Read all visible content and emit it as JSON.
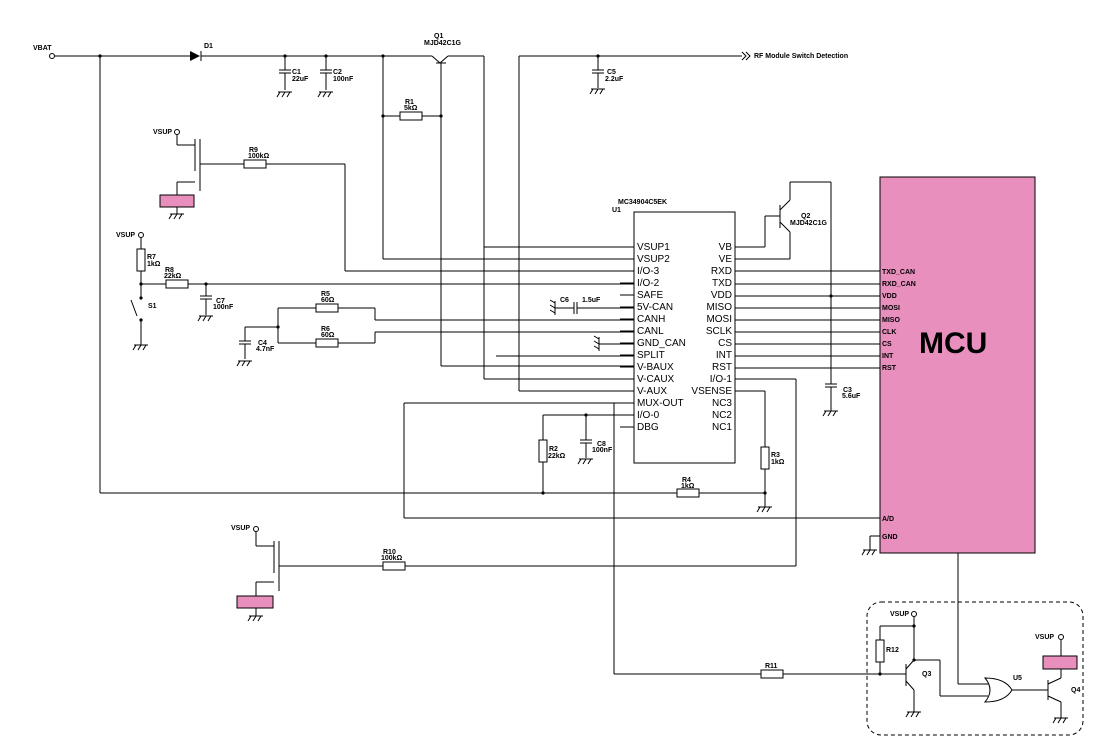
{
  "net_labels": {
    "vbat": "VBAT",
    "vsup": "VSUP",
    "rf_detect": "RF Module Switch Detection"
  },
  "parts": {
    "d1": "D1",
    "q1": {
      "ref": "Q1",
      "value": "MJD42C1G"
    },
    "q2": {
      "ref": "Q2",
      "value": "MJD42C1G"
    },
    "q3": "Q3",
    "q4": "Q4",
    "u5": "U5",
    "s1": "S1",
    "c1": {
      "ref": "C1",
      "value": "22uF"
    },
    "c2": {
      "ref": "C2",
      "value": "100nF"
    },
    "c3": {
      "ref": "C3",
      "value": "5.6uF"
    },
    "c4": {
      "ref": "C4",
      "value": "4.7nF"
    },
    "c5": {
      "ref": "C5",
      "value": "2.2uF"
    },
    "c6": {
      "ref": "C6",
      "value": "1.5uF"
    },
    "c7": {
      "ref": "C7",
      "value": "100nF"
    },
    "c8": {
      "ref": "C8",
      "value": "100nF"
    },
    "r1": {
      "ref": "R1",
      "value": "5kΩ"
    },
    "r2": {
      "ref": "R2",
      "value": "22kΩ"
    },
    "r3": {
      "ref": "R3",
      "value": "1kΩ"
    },
    "r4": {
      "ref": "R4",
      "value": "1kΩ"
    },
    "r5": {
      "ref": "R5",
      "value": "60Ω"
    },
    "r6": {
      "ref": "R6",
      "value": "60Ω"
    },
    "r7": {
      "ref": "R7",
      "value": "1kΩ"
    },
    "r8": {
      "ref": "R8",
      "value": "22kΩ"
    },
    "r9": {
      "ref": "R9",
      "value": "100kΩ"
    },
    "r10": {
      "ref": "R10",
      "value": "100kΩ"
    },
    "r11": {
      "ref": "R11"
    },
    "r12": {
      "ref": "R12"
    }
  },
  "u1": {
    "part_number": "MC34904C5EK",
    "ref": "U1",
    "left_pins": [
      "VSUP1",
      "VSUP2",
      "I/O-3",
      "I/O-2",
      "SAFE",
      "5V-CAN",
      "CANH",
      "CANL",
      "GND_CAN",
      "SPLIT",
      "V-BAUX",
      "V-CAUX",
      "V-AUX",
      "MUX-OUT",
      "I/O-0",
      "DBG"
    ],
    "right_pins": [
      "VB",
      "VE",
      "RXD",
      "TXD",
      "VDD",
      "MISO",
      "MOSI",
      "SCLK",
      "CS",
      "INT",
      "RST",
      "I/O-1",
      "VSENSE",
      "NC3",
      "NC2",
      "NC1"
    ]
  },
  "mcu": {
    "label": "MCU",
    "pins": [
      "TXD_CAN",
      "RXD_CAN",
      "VDD",
      "MOSI",
      "MISO",
      "CLK",
      "CS",
      "INT",
      "RST"
    ],
    "ad_pin": "A/D",
    "gnd_pin": "GND",
    "color": "#e88fbd"
  }
}
